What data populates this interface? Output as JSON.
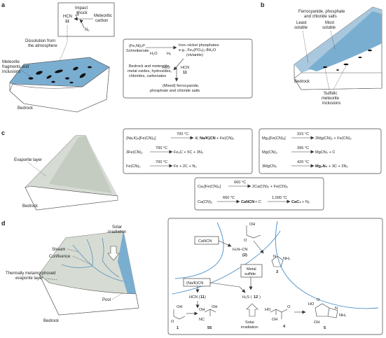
{
  "panel_a": {
    "letter": "a",
    "shock_top": "Impact",
    "shock_bottom": "shock",
    "hcn": "HCN",
    "hcn_num": "11",
    "meteoritic_top": "Meteoritic",
    "meteoritic_bottom": "carbon",
    "n2": "N₂",
    "dissolution_1": "Dissolution from",
    "dissolution_2": "the atmosphere",
    "meteorite_1": "Meteorite",
    "meteorite_2": "fragments and",
    "meteorite_3": "inclusions",
    "bedrock": "Bedrock",
    "scheme": {
      "fe_ni_p": "(Fe,Ni)₂P",
      "schreibersite": "Schreibersite",
      "h2o": "H₂O",
      "h2": "H₂",
      "iron_1": "Iron–nickel phosphates",
      "iron_2": "e.g., Fe₃(PO₄)₂·8H₂O",
      "iron_3": "(vivianite)",
      "bedrock_1": "Bedrock and meteoritic",
      "bedrock_2": "metal oxides, hydroxides,",
      "bedrock_3": "chlorides, carbonates",
      "h2o_2": "H₂O",
      "hcn": "HCN",
      "hcn_num": "11",
      "mixed_1": "(Mixed) ferrocyanide,",
      "mixed_2": "phosphate and chloride salts"
    }
  },
  "panel_b": {
    "letter": "b",
    "salts_1": "Ferrocyanide, phosphate",
    "salts_2": "and chloride salts",
    "least_1": "Least",
    "least_2": "soluble",
    "most_1": "Most",
    "most_2": "soluble",
    "bedrock": "Bedrock",
    "sulfidic_1": "Sulfidic",
    "sulfidic_2": "meteorite",
    "sulfidic_3": "inclusions"
  },
  "panel_c": {
    "letter": "c",
    "evaporite": "Evaporite layer",
    "bedrock": "Bedrock",
    "box1": {
      "r1_left": "(Na,K)₄[Fe(CN)₆]",
      "r1_cond": "700 °C",
      "r1_right_pre": "4(",
      "r1_right_bold": "Na/K)CN",
      "r1_right_post": " + Fe(CN)₂",
      "r2_left": "3Fe(CN)₂",
      "r2_cond": "700 °C",
      "r2_right": "Fe₃C + 5C + 3N₂",
      "r3_left": "Fe(CN)₂",
      "r3_cond": "700 °C",
      "r3_right": "Fe + 2C + N₂"
    },
    "box2": {
      "r1_left": "Mg₂[Fe(CN)₆]",
      "r1_cond": "315 °C",
      "r1_right": "2Mg(CN)₂ + Fe(CN)₂",
      "r2_left": "Mg(CN)₂",
      "r2_cond": "395 °C",
      "r2_right": "MgCN₂ + C",
      "r3_left": "3MgCN₂",
      "r3_cond": "420 °C",
      "r3_right_bold": "Mg₃N₂",
      "r3_right_post": " + 3C + 2N₂"
    },
    "box3": {
      "r1_left": "Ca₂[Fe(CN)₆]",
      "r1_cond": "660 °C",
      "r1_right": "2Ca(CN)₂ + Fe(CN)₂",
      "r2_left": "Ca(CN)₂",
      "r2_cond": "660 °C",
      "r2_mid_bold": "CaNCN",
      "r2_mid_post": " + C",
      "r2_cond2": "1,000 °C",
      "r2_right_bold": "CaC₂",
      "r2_right_post": " + N₂"
    }
  },
  "panel_d": {
    "letter": "d",
    "solar_1": "Solar",
    "solar_2": "irradiation",
    "stream": "Stream",
    "confluence": "Confluence",
    "thermal_1": "Thermally metamorphosed",
    "thermal_2": "evaporite layer",
    "pool": "Pool",
    "bedrock": "Bedrock",
    "scheme": {
      "cancn": "CaNCN",
      "h2n_cn": "H₂N–CN",
      "cyanamide_num": "(2)",
      "nh2": "NH₂",
      "oxazole_num": "3",
      "metal_1": "Metal",
      "metal_2": "sulfide",
      "nakcn": "(Na/K)CN",
      "hcn": "HCN (",
      "hcn_num": "11",
      "hcn_close": ")",
      "h2s": "H₂S (",
      "h2s_num": "12",
      "h2s_close": ")",
      "num1": "1",
      "num55": "55",
      "num4": "4",
      "num5": "5",
      "nc": "NC",
      "oh": "OH",
      "ho": "HO",
      "o": "O",
      "n": "N",
      "nh2_b": "NH₂",
      "solar_1": "Solar",
      "solar_2": "irradiation"
    }
  }
}
